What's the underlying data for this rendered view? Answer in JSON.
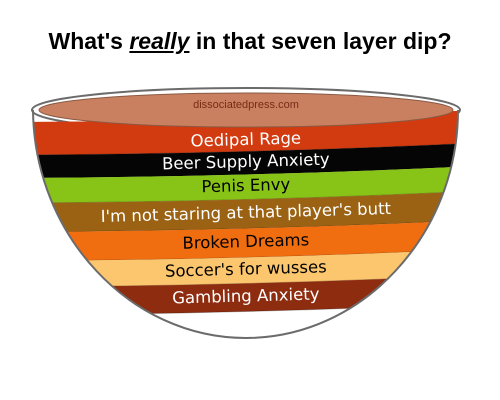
{
  "title": {
    "prefix": "What's ",
    "emphasis": "really",
    "suffix": " in that seven layer dip?"
  },
  "watermark": "dissociatedpress.com",
  "colors": {
    "dip_surface": "#c98060",
    "rim": "#ffffff",
    "outline": "#6b6b6b",
    "watermark_text": "#7a2a14"
  },
  "layers": [
    {
      "label": "Oedipal Rage",
      "color": "#d23a10",
      "text_color": "#ffffff"
    },
    {
      "label": "Beer Supply Anxiety",
      "color": "#050505",
      "text_color": "#ffffff"
    },
    {
      "label": "Penis Envy",
      "color": "#88c418",
      "text_color": "#000000"
    },
    {
      "label": "I'm not staring at that player's butt",
      "color": "#9a6212",
      "text_color": "#ffffff"
    },
    {
      "label": "Broken Dreams",
      "color": "#f06e10",
      "text_color": "#000000"
    },
    {
      "label": "Soccer's for wusses",
      "color": "#fcc66e",
      "text_color": "#000000"
    },
    {
      "label": "Gambling Anxiety",
      "color": "#8e2c10",
      "text_color": "#ffffff"
    }
  ]
}
